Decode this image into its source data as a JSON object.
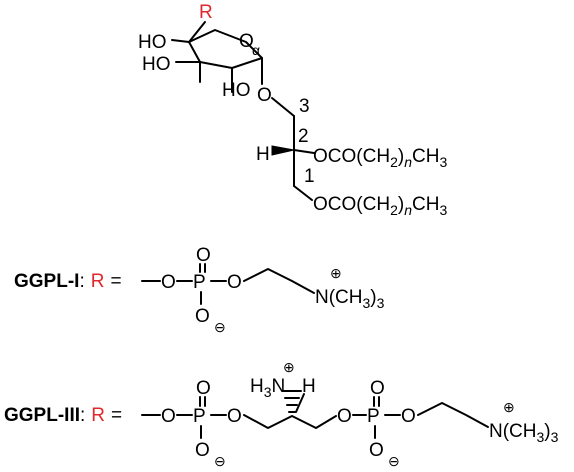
{
  "colors": {
    "r_group": "#e0282c",
    "ink": "#000000"
  },
  "glycolipid": {
    "r": "R",
    "ho1": "HO",
    "ho2": "HO",
    "ho3": "HO",
    "ring_o": "O",
    "anomeric": "α",
    "link_o": "O",
    "pos3": "3",
    "pos2": "2",
    "pos1": "1",
    "h": "H",
    "acyl_o1": "O",
    "acyl_o2": "O",
    "acyl_pre": "CO(CH",
    "acyl_sub2": "2",
    "acyl_close": ")",
    "acyl_n": "n",
    "acyl_ch": "CH",
    "acyl_sub3": "3"
  },
  "ggpl1": {
    "label": "GGPL-I",
    "colon": ":",
    "r": "R",
    "eq": "=",
    "o_left": "O",
    "p": "P",
    "o_top": "O",
    "o_bottom": "O",
    "o_right": "O",
    "minus": "⊖",
    "n": "N(CH",
    "n_sub": "3",
    "n_close": ")",
    "n_count": "3",
    "plus": "⊕"
  },
  "ggpl3": {
    "label": "GGPL-III",
    "colon": ":",
    "r": "R",
    "eq": "=",
    "o1": "O",
    "p1": "P",
    "o1_top": "O",
    "o1_bottom": "O",
    "o2": "O",
    "nh3": "H",
    "nh3_sub": "3",
    "nh3_n": "N",
    "h": "H",
    "o3": "O",
    "p2": "P",
    "o2_top": "O",
    "o2_bottom": "O",
    "o4": "O",
    "minus": "⊖",
    "plus": "⊕",
    "n": "N(CH",
    "n_sub": "3",
    "n_close": ")",
    "n_count": "3"
  }
}
